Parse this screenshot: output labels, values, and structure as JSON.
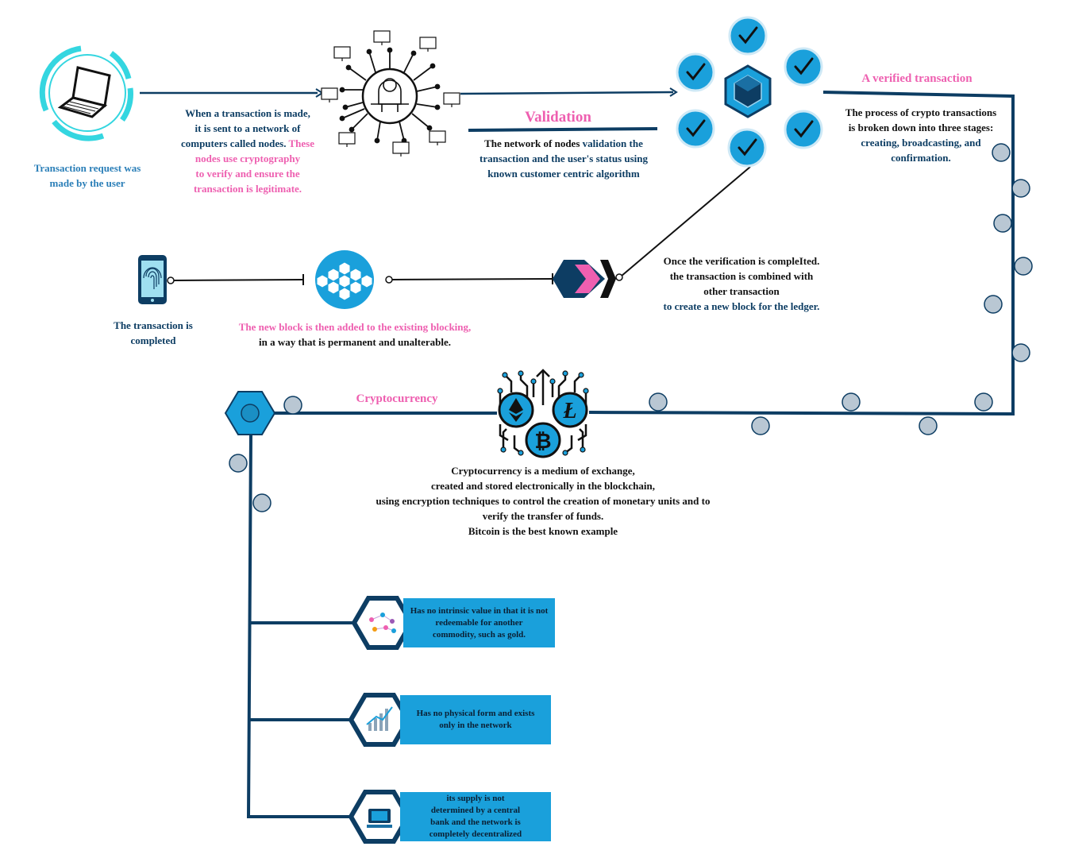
{
  "colors": {
    "dark_navy": "#0d3d63",
    "accent_blue": "#1aa0db",
    "pink": "#ee5fb0",
    "cyan": "#34d6e0",
    "node_grey": "#b9c7d3"
  },
  "step1": {
    "icon": "laptop-icon",
    "caption_line1": "Transaction request was",
    "caption_line2": "made by the user"
  },
  "step2": {
    "icon": "node-network-icon",
    "line1": "When a transaction is made,",
    "line2": "it is sent to a network of",
    "line3a": "computers called nodes. ",
    "line3b": "These",
    "line4": "nodes use cryptography",
    "line5": "to verify and ensure the",
    "line6": "transaction is legitimate."
  },
  "validation": {
    "title": "Validation",
    "line1a": "The network of nodes ",
    "line1b": "validation the",
    "line2": "transaction and the user's status using",
    "line3": "known customer centric algorithm"
  },
  "verified": {
    "icon": "verified-cube-icon",
    "title": "A verified transaction",
    "line1": "The process of crypto transactions",
    "line2": "is broken down into three stages:",
    "line3": "creating, broadcasting, and",
    "line4": "confirmation."
  },
  "combine": {
    "icon": "chevron-arrows-icon",
    "line1": "Once the verification is compleIted.",
    "line2": "the transaction is combined with",
    "line3": "other transaction",
    "line4": "to create a new block for the ledger."
  },
  "newblock": {
    "icon": "hexagon-block-icon",
    "line1": "The new block is then added to the existing blocking,",
    "line2": "in a way that is permanent and unalterable."
  },
  "completed": {
    "icon": "smartphone-fingerprint-icon",
    "line1": "The transaction is",
    "line2": "completed"
  },
  "crypto": {
    "icon": "crypto-coins-icon",
    "title": "Cryptocurrency",
    "line1": "Cryptocurrency is a medium of exchange,",
    "line2": "created and stored electronically in the blockchain,",
    "line3": "using encryption techniques to control the creation of monetary units and to",
    "line4": "verify the transfer of funds.",
    "line5": "Bitcoin is the best known example"
  },
  "features": [
    {
      "icon": "connected-coins-icon",
      "lines": [
        "Has no intrinsic value in that it is not",
        "redeemable for another",
        "commodity, such as gold."
      ]
    },
    {
      "icon": "growth-chart-icon",
      "lines": [
        "Has no physical form and exists",
        "only in the network"
      ]
    },
    {
      "icon": "computer-screen-icon",
      "lines": [
        "its supply is not",
        "determined by a central",
        "bank and the network is",
        "completely decentralized"
      ]
    }
  ]
}
